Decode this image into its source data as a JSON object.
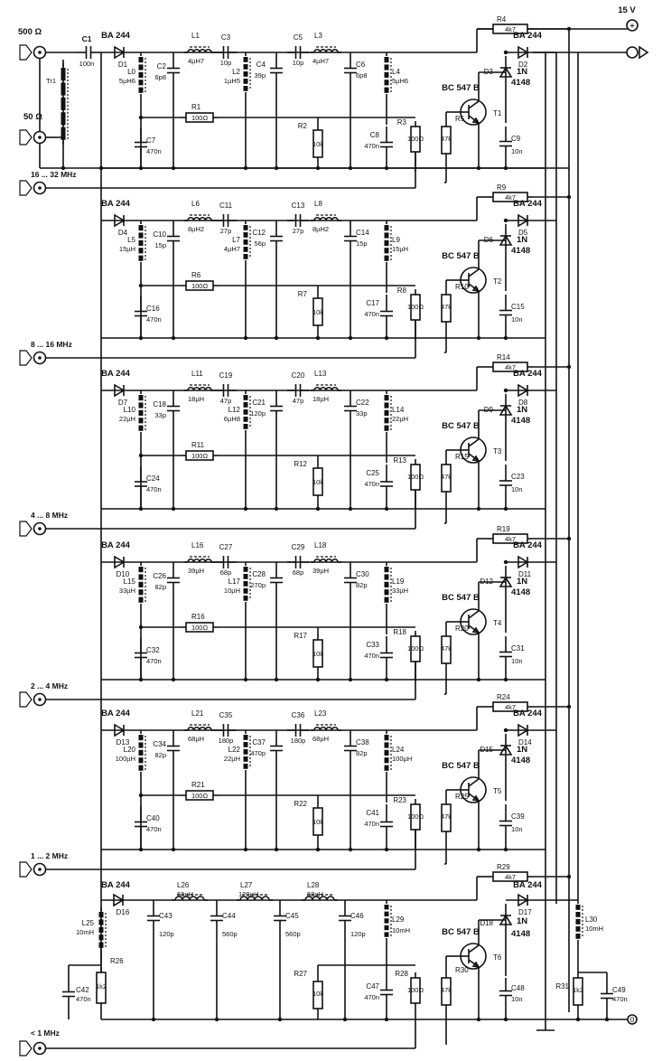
{
  "supply": {
    "voltage": "15 V"
  },
  "inputs": {
    "ant_500": "500 Ω",
    "ant_50": "50 Ω",
    "transformer": "Tr1"
  },
  "coupling": {
    "name": "C1",
    "value": "100n"
  },
  "ground_label": "0",
  "stages": [
    {
      "band": "16 ... 32 MHz",
      "input_diode": "D1",
      "input_diode_type": "BA 244",
      "parts": [
        {
          "n": "L0",
          "v": "5µH6"
        },
        {
          "n": "C2",
          "v": "6p8"
        },
        {
          "n": "L1",
          "v": "4µH7"
        },
        {
          "n": "C3",
          "v": "10p"
        },
        {
          "n": "L2",
          "v": "1µH5"
        },
        {
          "n": "C4",
          "v": "39p"
        },
        {
          "n": "C5",
          "v": "10p"
        },
        {
          "n": "L3",
          "v": "4µH7"
        },
        {
          "n": "C6",
          "v": "6p8"
        },
        {
          "n": "L4",
          "v": "5µH6"
        }
      ],
      "r_series": {
        "n": "R1",
        "v": "100Ω"
      },
      "c_bypass": {
        "n": "C7",
        "v": "470n"
      },
      "r_mid": {
        "n": "R2",
        "v": "10k"
      },
      "c_out": {
        "n": "C8",
        "v": "470n"
      },
      "r_b": {
        "n": "R3",
        "v": "100Ω"
      },
      "r_e": {
        "n": "R5",
        "v": "47k"
      },
      "r_top": {
        "n": "R4",
        "v": "4k7"
      },
      "transistor": {
        "n": "T1",
        "type": "BC 547 B"
      },
      "sw_diode": {
        "n": "D3",
        "type": "1N 4148"
      },
      "out_diode": {
        "n": "D2",
        "type": "BA 244"
      },
      "c_dec": {
        "n": "C9",
        "v": "10n"
      }
    },
    {
      "band": "8 ... 16 MHz",
      "input_diode": "D4",
      "input_diode_type": "BA 244",
      "parts": [
        {
          "n": "L5",
          "v": "15µH"
        },
        {
          "n": "C10",
          "v": "15p"
        },
        {
          "n": "L6",
          "v": "8µH2"
        },
        {
          "n": "C11",
          "v": "27p"
        },
        {
          "n": "L7",
          "v": "4µH7"
        },
        {
          "n": "C12",
          "v": "56p"
        },
        {
          "n": "C13",
          "v": "27p"
        },
        {
          "n": "L8",
          "v": "8µH2"
        },
        {
          "n": "C14",
          "v": "15p"
        },
        {
          "n": "L9",
          "v": "15µH"
        }
      ],
      "r_series": {
        "n": "R6",
        "v": "100Ω"
      },
      "c_bypass": {
        "n": "C16",
        "v": "470n"
      },
      "r_mid": {
        "n": "R7",
        "v": "10k"
      },
      "c_out": {
        "n": "C17",
        "v": "470n"
      },
      "r_b": {
        "n": "R8",
        "v": "100Ω"
      },
      "r_e": {
        "n": "R10",
        "v": "47k"
      },
      "r_top": {
        "n": "R9",
        "v": "4k7"
      },
      "transistor": {
        "n": "T2",
        "type": "BC 547 B"
      },
      "sw_diode": {
        "n": "D6",
        "type": "1N 4148"
      },
      "out_diode": {
        "n": "D5",
        "type": "BA 244"
      },
      "c_dec": {
        "n": "C15",
        "v": "10n"
      }
    },
    {
      "band": "4 ... 8 MHz",
      "input_diode": "D7",
      "input_diode_type": "BA 244",
      "parts": [
        {
          "n": "L10",
          "v": "22µH"
        },
        {
          "n": "C18",
          "v": "33p"
        },
        {
          "n": "L11",
          "v": "18µH"
        },
        {
          "n": "C19",
          "v": "47p"
        },
        {
          "n": "L12",
          "v": "6µH8"
        },
        {
          "n": "C21",
          "v": "120p"
        },
        {
          "n": "C20",
          "v": "47p"
        },
        {
          "n": "L13",
          "v": "18µH"
        },
        {
          "n": "C22",
          "v": "33p"
        },
        {
          "n": "L14",
          "v": "22µH"
        }
      ],
      "r_series": {
        "n": "R11",
        "v": "100Ω"
      },
      "c_bypass": {
        "n": "C24",
        "v": "470n"
      },
      "r_mid": {
        "n": "R12",
        "v": "10k"
      },
      "c_out": {
        "n": "C25",
        "v": "470n"
      },
      "r_b": {
        "n": "R13",
        "v": "100Ω"
      },
      "r_e": {
        "n": "R15",
        "v": "47k"
      },
      "r_top": {
        "n": "R14",
        "v": "4k7"
      },
      "transistor": {
        "n": "T3",
        "type": "BC 547 B"
      },
      "sw_diode": {
        "n": "D9",
        "type": "1N 4148"
      },
      "out_diode": {
        "n": "D8",
        "type": "BA 244"
      },
      "c_dec": {
        "n": "C23",
        "v": "10n"
      }
    },
    {
      "band": "2 ... 4 MHz",
      "input_diode": "D10",
      "input_diode_type": "BA 244",
      "parts": [
        {
          "n": "L15",
          "v": "33µH"
        },
        {
          "n": "C26",
          "v": "82p"
        },
        {
          "n": "L16",
          "v": "39µH"
        },
        {
          "n": "C27",
          "v": "68p"
        },
        {
          "n": "L17",
          "v": "10µH"
        },
        {
          "n": "C28",
          "v": "270p"
        },
        {
          "n": "C29",
          "v": "68p"
        },
        {
          "n": "L18",
          "v": "39µH"
        },
        {
          "n": "C30",
          "v": "82p"
        },
        {
          "n": "L19",
          "v": "33µH"
        }
      ],
      "r_series": {
        "n": "R16",
        "v": "100Ω"
      },
      "c_bypass": {
        "n": "C32",
        "v": "470n"
      },
      "r_mid": {
        "n": "R17",
        "v": "10k"
      },
      "c_out": {
        "n": "C33",
        "v": "470n"
      },
      "r_b": {
        "n": "R18",
        "v": "100Ω"
      },
      "r_e": {
        "n": "R20",
        "v": "47k"
      },
      "r_top": {
        "n": "R19",
        "v": "4k7"
      },
      "transistor": {
        "n": "T4",
        "type": "BC 547 B"
      },
      "sw_diode": {
        "n": "D12",
        "type": "1N 4148"
      },
      "out_diode": {
        "n": "D11",
        "type": "BA 244"
      },
      "c_dec": {
        "n": "C31",
        "v": "10n"
      }
    },
    {
      "band": "1 ... 2 MHz",
      "input_diode": "D13",
      "input_diode_type": "BA 244",
      "parts": [
        {
          "n": "L20",
          "v": "100µH"
        },
        {
          "n": "C34",
          "v": "82p"
        },
        {
          "n": "L21",
          "v": "68µH"
        },
        {
          "n": "C35",
          "v": "180p"
        },
        {
          "n": "L22",
          "v": "22µH"
        },
        {
          "n": "C37",
          "v": "470p"
        },
        {
          "n": "C36",
          "v": "180p"
        },
        {
          "n": "L23",
          "v": "68µH"
        },
        {
          "n": "C38",
          "v": "82p"
        },
        {
          "n": "L24",
          "v": "100µH"
        }
      ],
      "r_series": {
        "n": "R21",
        "v": "100Ω"
      },
      "c_bypass": {
        "n": "C40",
        "v": "470n"
      },
      "r_mid": {
        "n": "R22",
        "v": "10k"
      },
      "c_out": {
        "n": "C41",
        "v": "470n"
      },
      "r_b": {
        "n": "R23",
        "v": "100Ω"
      },
      "r_e": {
        "n": "R25",
        "v": "47k"
      },
      "r_top": {
        "n": "R24",
        "v": "4k7"
      },
      "transistor": {
        "n": "T5",
        "type": "BC 547 B"
      },
      "sw_diode": {
        "n": "D15",
        "type": "1N 4148"
      },
      "out_diode": {
        "n": "D14",
        "type": "BA 244"
      },
      "c_dec": {
        "n": "C39",
        "v": "10n"
      }
    }
  ],
  "lowpass": {
    "band": "< 1 MHz",
    "input_diode": "D16",
    "input_diode_type": "BA 244",
    "L25": {
      "n": "L25",
      "v": "10mH"
    },
    "C42": {
      "n": "C42",
      "v": "470n"
    },
    "R26": {
      "n": "R26",
      "v": "1k2"
    },
    "C43": {
      "n": "C43",
      "v": "120p"
    },
    "L26": {
      "n": "L26",
      "v": "68µH"
    },
    "C44": {
      "n": "C44",
      "v": "560p"
    },
    "L27": {
      "n": "L27",
      "v": "120µH"
    },
    "C45": {
      "n": "C45",
      "v": "560p"
    },
    "L28": {
      "n": "L28",
      "v": "68µH"
    },
    "C46": {
      "n": "C46",
      "v": "120p"
    },
    "L29": {
      "n": "L29",
      "v": "10mH"
    },
    "R27": {
      "n": "R27",
      "v": "10k"
    },
    "C47": {
      "n": "C47",
      "v": "470n"
    },
    "R28": {
      "n": "R28",
      "v": "100Ω"
    },
    "R30": {
      "n": "R30",
      "v": "47k"
    },
    "R29": {
      "n": "R29",
      "v": "4k7"
    },
    "transistor": {
      "n": "T6",
      "type": "BC 547 B"
    },
    "sw_diode": {
      "n": "D18",
      "type": "1N 4148"
    },
    "out_diode": {
      "n": "D17",
      "type": "BA 244"
    },
    "C48": {
      "n": "C48",
      "v": "10n"
    },
    "L30": {
      "n": "L30",
      "v": "10mH"
    },
    "R31": {
      "n": "R31",
      "v": "1k2"
    },
    "C49": {
      "n": "C49",
      "v": "470n"
    }
  }
}
